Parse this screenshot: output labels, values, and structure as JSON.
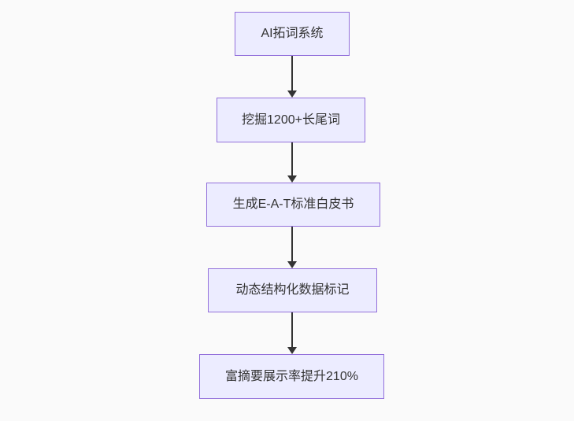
{
  "diagram": {
    "type": "flowchart",
    "direction": "top-down",
    "nodes": [
      {
        "id": "n1",
        "label": "AI拓词系统"
      },
      {
        "id": "n2",
        "label": "挖掘1200+长尾词"
      },
      {
        "id": "n3",
        "label": "生成E-A-T标准白皮书"
      },
      {
        "id": "n4",
        "label": "动态结构化数据标记"
      },
      {
        "id": "n5",
        "label": "富摘要展示率提升210%"
      }
    ],
    "edges": [
      {
        "from": "n1",
        "to": "n2",
        "style": "arrow-down"
      },
      {
        "from": "n2",
        "to": "n3",
        "style": "arrow-down"
      },
      {
        "from": "n3",
        "to": "n4",
        "style": "arrow-down"
      },
      {
        "from": "n4",
        "to": "n5",
        "style": "arrow-down"
      }
    ],
    "colors": {
      "background": "#fafafa",
      "node_fill": "#ececff",
      "node_border": "#9370db",
      "node_text": "#333333",
      "arrow": "#333333"
    }
  }
}
